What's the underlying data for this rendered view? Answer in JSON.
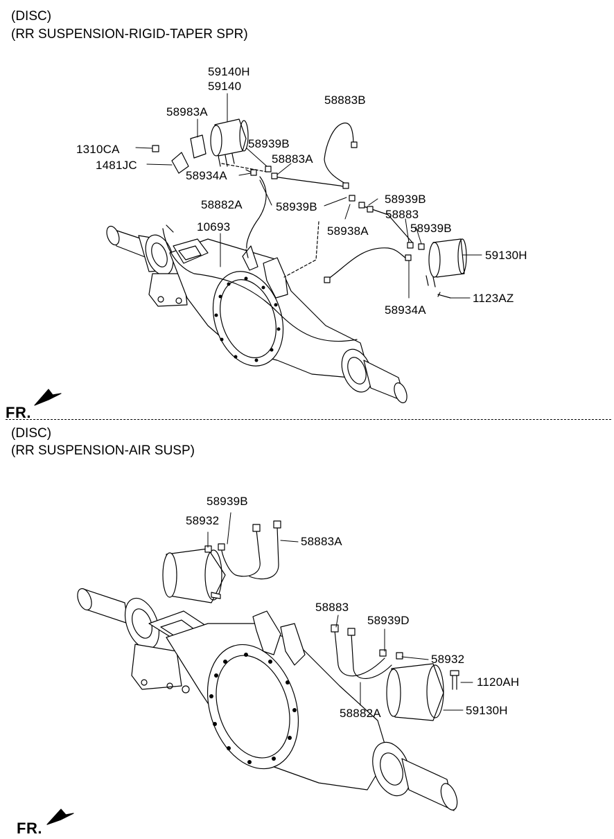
{
  "top": {
    "title_line1": "(DISC)",
    "title_line2": "(RR SUSPENSION-RIGID-TAPER SPR)",
    "fr_label": "FR.",
    "callouts": [
      {
        "id": "t-59140h",
        "text": "59140H"
      },
      {
        "id": "t-59140",
        "text": "59140"
      },
      {
        "id": "t-58983a",
        "text": "58983A"
      },
      {
        "id": "t-58883b",
        "text": "58883B"
      },
      {
        "id": "t-1310ca",
        "text": "1310CA"
      },
      {
        "id": "t-58939b-1",
        "text": "58939B"
      },
      {
        "id": "t-1481jc",
        "text": "1481JC"
      },
      {
        "id": "t-58883a",
        "text": "58883A"
      },
      {
        "id": "t-58934a-1",
        "text": "58934A"
      },
      {
        "id": "t-58939b-2",
        "text": "58939B"
      },
      {
        "id": "t-58882a",
        "text": "58882A"
      },
      {
        "id": "t-58939b-3",
        "text": "58939B"
      },
      {
        "id": "t-58883",
        "text": "58883"
      },
      {
        "id": "t-10693",
        "text": "10693"
      },
      {
        "id": "t-58938a",
        "text": "58938A"
      },
      {
        "id": "t-58939b-4",
        "text": "58939B"
      },
      {
        "id": "t-59130h",
        "text": "59130H"
      },
      {
        "id": "t-1123az",
        "text": "1123AZ"
      },
      {
        "id": "t-58934a-2",
        "text": "58934A"
      }
    ]
  },
  "bottom": {
    "title_line1": "(DISC)",
    "title_line2": "(RR SUSPENSION-AIR SUSP)",
    "fr_label": "FR.",
    "callouts": [
      {
        "id": "b-58939b",
        "text": "58939B"
      },
      {
        "id": "b-58932-1",
        "text": "58932"
      },
      {
        "id": "b-58883a",
        "text": "58883A"
      },
      {
        "id": "b-58883",
        "text": "58883"
      },
      {
        "id": "b-58939d",
        "text": "58939D"
      },
      {
        "id": "b-58932-2",
        "text": "58932"
      },
      {
        "id": "b-1120ah",
        "text": "1120AH"
      },
      {
        "id": "b-59130h",
        "text": "59130H"
      },
      {
        "id": "b-58882a",
        "text": "58882A"
      }
    ]
  }
}
